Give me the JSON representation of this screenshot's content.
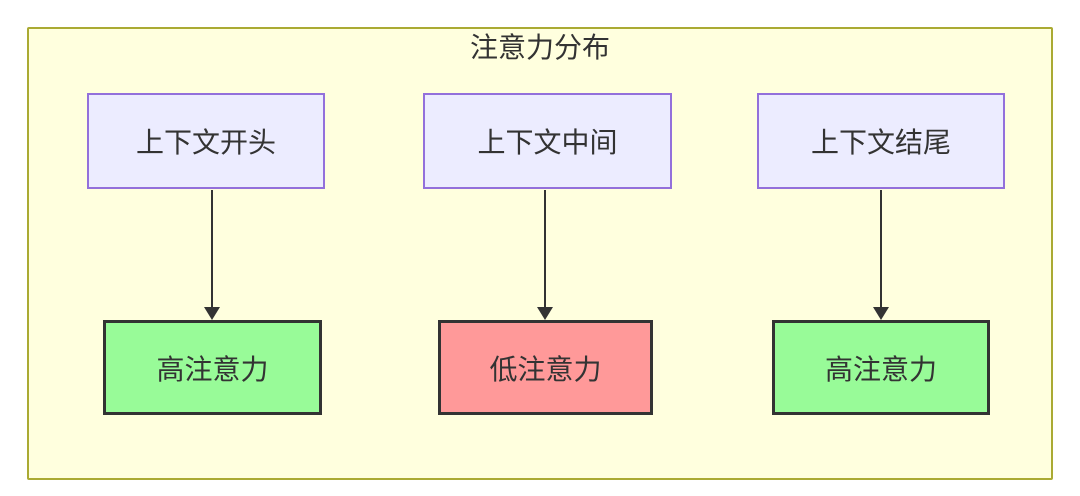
{
  "diagram": {
    "title": "注意力分布",
    "columns": [
      {
        "source": "上下文开头",
        "target": "高注意力",
        "attention": "high"
      },
      {
        "source": "上下文中间",
        "target": "低注意力",
        "attention": "low"
      },
      {
        "source": "上下文结尾",
        "target": "高注意力",
        "attention": "high"
      }
    ],
    "edges": [
      {
        "from": "上下文开头",
        "to": "高注意力"
      },
      {
        "from": "上下文中间",
        "to": "低注意力"
      },
      {
        "from": "上下文结尾",
        "to": "高注意力"
      }
    ],
    "colors": {
      "canvas_background": "#ffffff",
      "group_fill": "#ffffde",
      "group_border": "#aaaa33",
      "source_node_fill": "#ececff",
      "source_node_border": "#9370db",
      "high_attention_fill": "#98fb98",
      "low_attention_fill": "#ff9999",
      "attention_node_border": "#333333",
      "arrow_color": "#333333",
      "text_color": "#333333"
    }
  }
}
